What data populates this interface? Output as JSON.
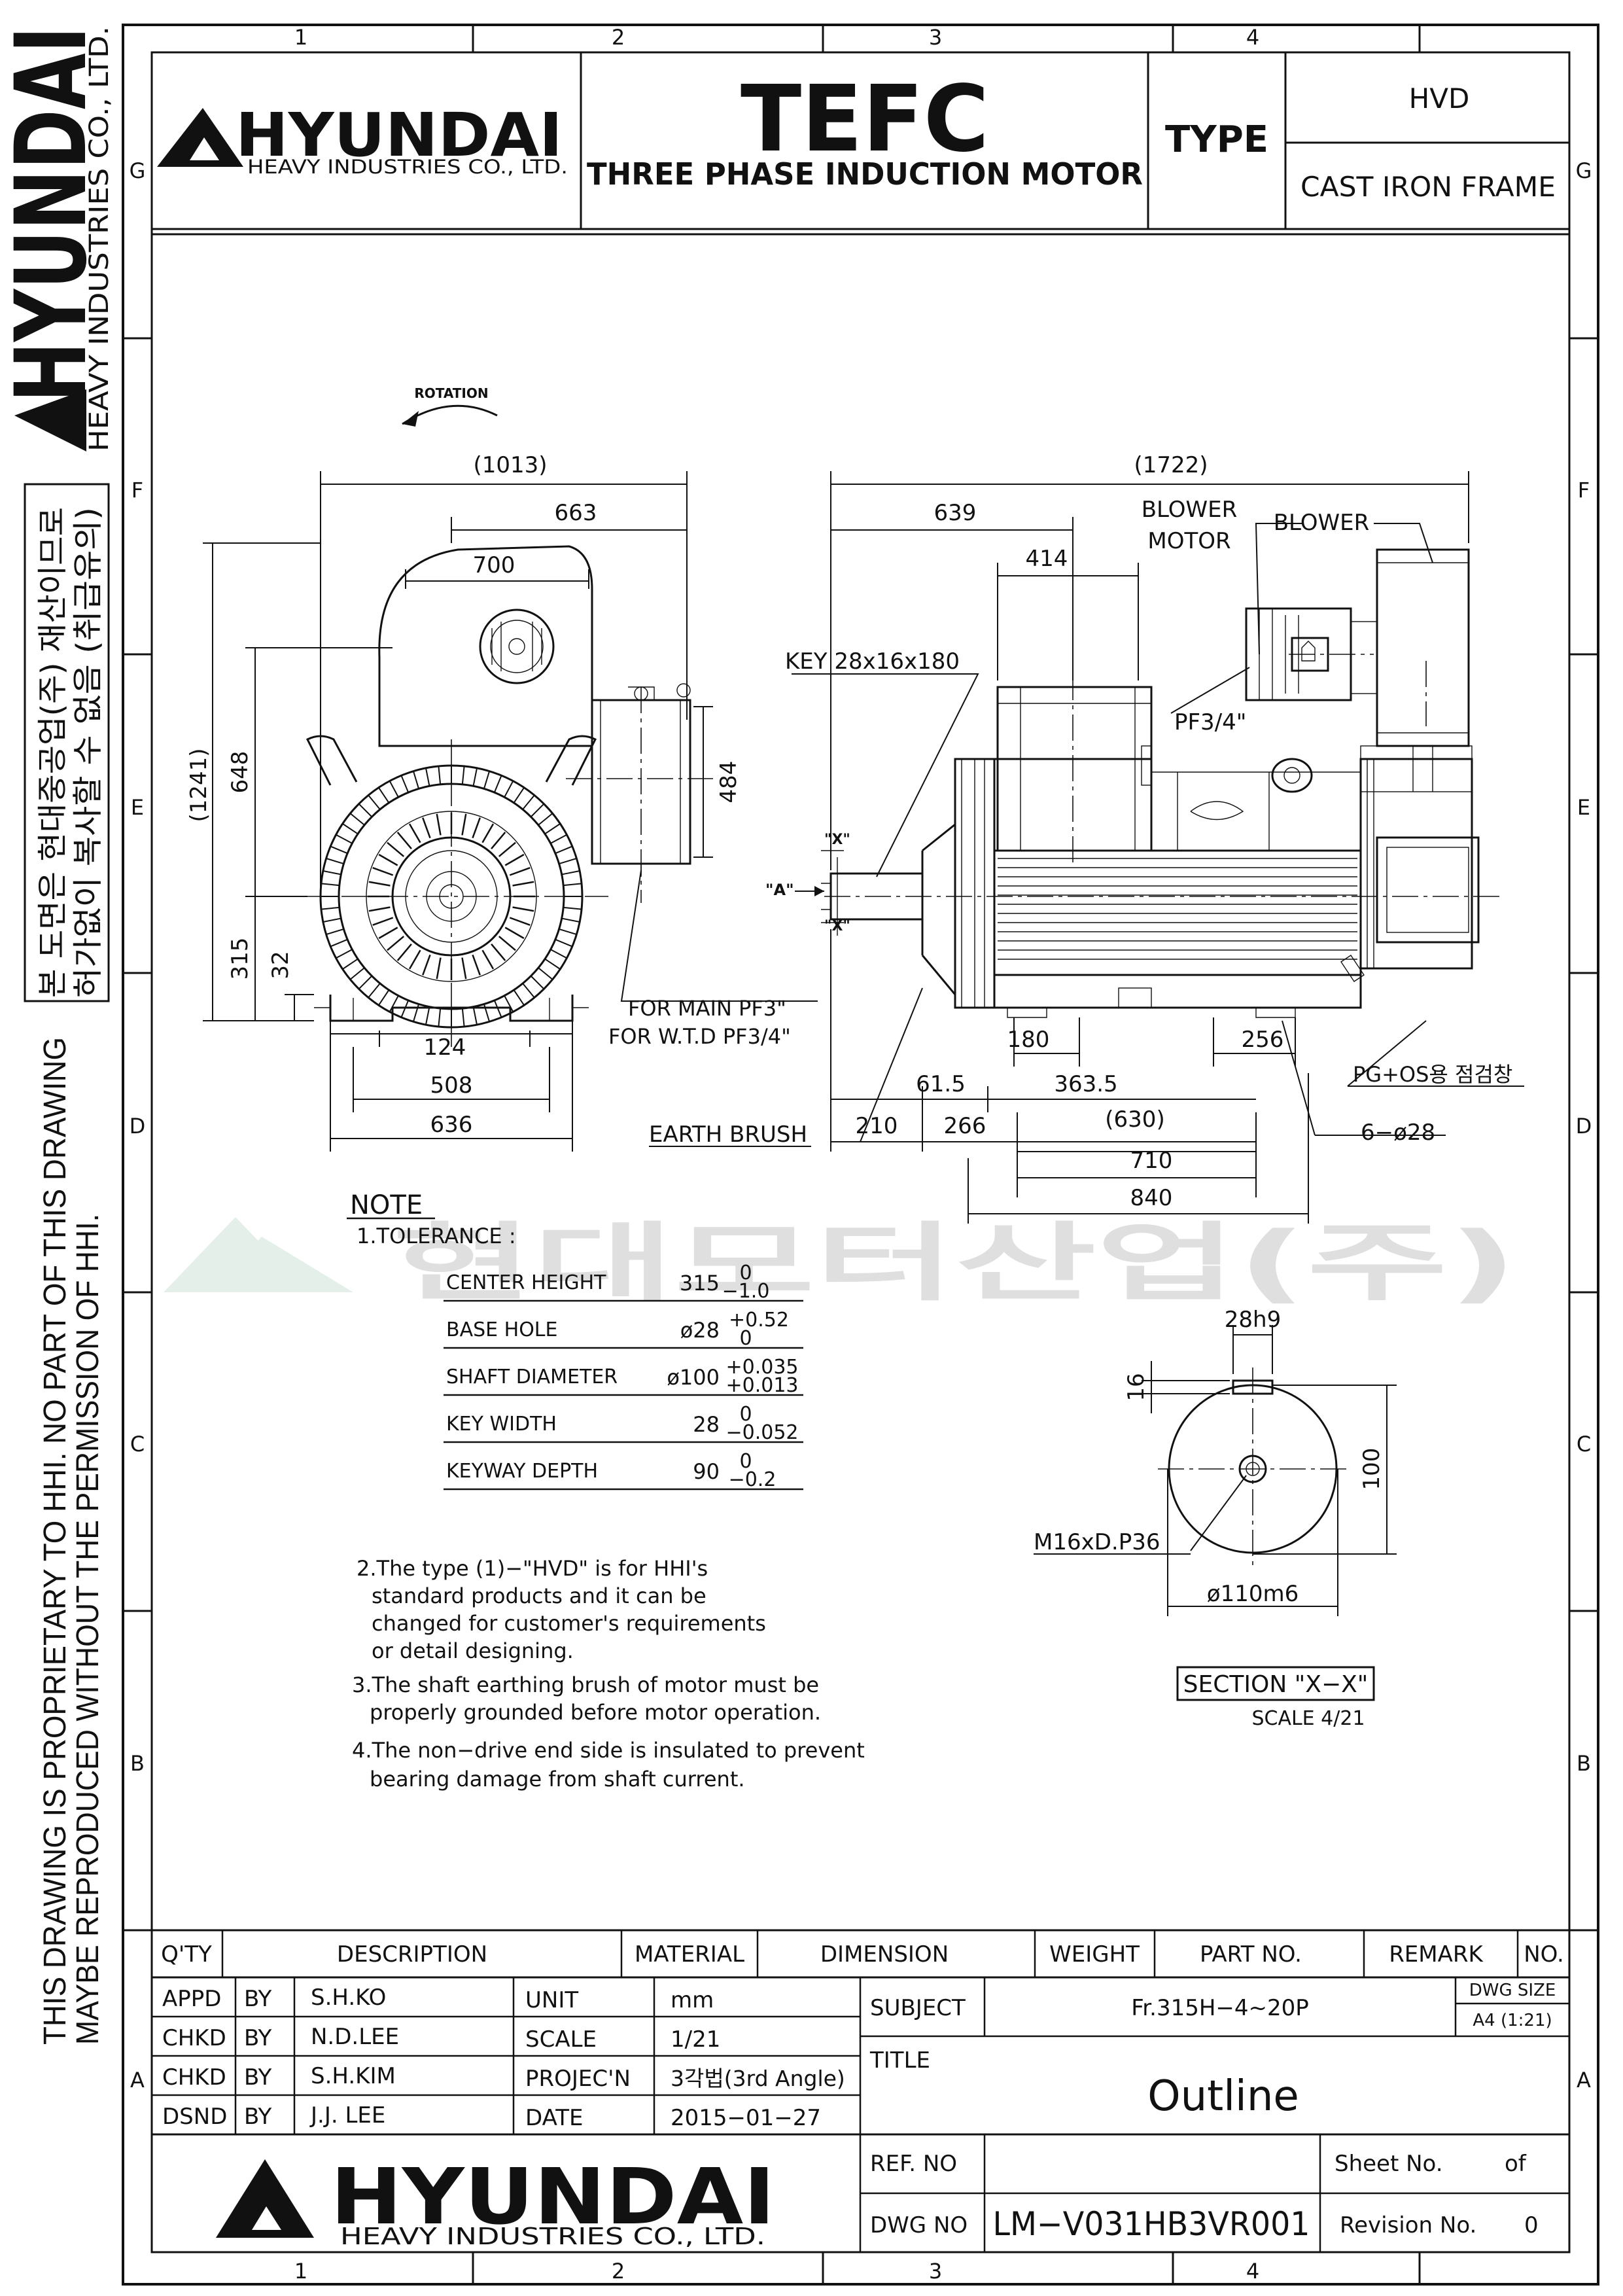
{
  "grid": {
    "columns": [
      "1",
      "2",
      "3",
      "4"
    ],
    "rows": [
      "G",
      "F",
      "E",
      "D",
      "C",
      "B",
      "A"
    ]
  },
  "side_banner": {
    "logo": "HYUNDAI",
    "company": "HEAVY  INDUSTRIES  CO.,  LTD.",
    "korean_line1": "본 도면은 현대중공업(주) 재산이므로",
    "korean_line2": "허가없이 복사할 수 없음 (취급유의)",
    "proprietary_line1": "THIS DRAWING IS PROPRIETARY TO HHI.  NO PART OF THIS DRAWING",
    "proprietary_line2": "MAYBE REPRODUCED WITHOUT THE PERMISSION OF HHI."
  },
  "header": {
    "logo": "HYUNDAI",
    "company": "HEAVY  INDUSTRIES  CO.,  LTD.",
    "title": "TEFC",
    "subtitle": "THREE PHASE INDUCTION MOTOR",
    "type_label": "TYPE",
    "type_value": "HVD",
    "frame": "CAST  IRON  FRAME"
  },
  "drawing": {
    "rotation": "ROTATION",
    "front": {
      "dims": {
        "overall_width": "(1013)",
        "d663": "663",
        "d700": "700",
        "d484": "484",
        "overall_height": "(1241)",
        "d648": "648",
        "d315": "315",
        "d32": "32",
        "d124": "124",
        "d508": "508",
        "d636": "636"
      },
      "labels": {
        "main_pf": "FOR MAIN PF3\"",
        "wtd_pf": "FOR W.T.D PF3/4\""
      }
    },
    "side": {
      "dims": {
        "overall_length": "(1722)",
        "d639": "639",
        "d414": "414",
        "d180": "180",
        "d256": "256",
        "d61_5": "61.5",
        "d363_5": "363.5",
        "d210": "210",
        "d266": "266",
        "d630": "(630)",
        "d710": "710",
        "d840": "840"
      },
      "labels": {
        "blower_motor_1": "BLOWER",
        "blower_motor_2": "MOTOR",
        "blower": "BLOWER",
        "key": "KEY 28x16x180",
        "pf": "PF3/4\"",
        "view_a": "\"A\"",
        "x_top": "\"X\"",
        "x_bottom": "\"X\"",
        "earth_brush": "EARTH BRUSH",
        "pg_os": "PG+OS용 점검창",
        "holes": "6−ø28"
      }
    },
    "section": {
      "key_width": "28h9",
      "key_depth": "16",
      "height": "100",
      "thread": "M16xD.P36",
      "diameter": "ø110m6",
      "title": "SECTION \"X−X\"",
      "scale": "SCALE 4/21"
    }
  },
  "notes": {
    "heading": "NOTE",
    "tolerance_heading": "1.TOLERANCE  :",
    "tolerance_rows": [
      {
        "name": "CENTER  HEIGHT",
        "nominal": "315",
        "upper": "0",
        "lower": "−1.0"
      },
      {
        "name": "BASE  HOLE",
        "nominal": "ø28",
        "upper": "+0.52",
        "lower": "0"
      },
      {
        "name": "SHAFT  DIAMETER",
        "nominal": "ø100",
        "upper": "+0.035",
        "lower": "+0.013"
      },
      {
        "name": "KEY  WIDTH",
        "nominal": "28",
        "upper": "0",
        "lower": "−0.052"
      },
      {
        "name": "KEYWAY  DEPTH",
        "nominal": "90",
        "upper": "0",
        "lower": "−0.2"
      }
    ],
    "note2": [
      "2.The  type  (1)−\"HVD\"  is  for  HHI's",
      "standard  products  and  it  can  be",
      "changed  for  customer's  requirements",
      "or  detail  designing."
    ],
    "note3": [
      "3.The  shaft  earthing  brush  of  motor  must  be",
      "properly  grounded  before  motor  operation."
    ],
    "note4": [
      "4.The  non−drive  end  side  is  insulated  to  prevent",
      "bearing  damage  from  shaft  current."
    ]
  },
  "watermark": "현대모터산업(주)",
  "parts_header": {
    "qty": "Q'TY",
    "description": "DESCRIPTION",
    "material": "MATERIAL",
    "dimension": "DIMENSION",
    "weight": "WEIGHT",
    "part_no": "PART  NO.",
    "remark": "REMARK",
    "no": "NO."
  },
  "title_block": {
    "rows": [
      {
        "role": "APPD",
        "by": "BY",
        "name": "S.H.KO",
        "field": "UNIT",
        "value": "mm"
      },
      {
        "role": "CHKD",
        "by": "BY",
        "name": "N.D.LEE",
        "field": "SCALE",
        "value": "1/21"
      },
      {
        "role": "CHKD",
        "by": "BY",
        "name": "S.H.KIM",
        "field": "PROJEC'N",
        "value": "3각법(3rd Angle)"
      },
      {
        "role": "DSND",
        "by": "BY",
        "name": "J.J. LEE",
        "field": "DATE",
        "value": "2015−01−27"
      }
    ],
    "subject_label": "SUBJECT",
    "subject_value": "Fr.315H−4~20P",
    "dwg_size_label": "DWG SIZE",
    "dwg_size_value": "A4 (1:21)",
    "title_label": "TITLE",
    "title_value": "Outline",
    "ref_no_label": "REF. NO",
    "sheet_no": "Sheet No.",
    "of": "of",
    "dwg_no_label": "DWG  NO",
    "dwg_no_value": "LM−V031HB3VR001",
    "revision_label": "Revision No.",
    "revision_value": "0",
    "logo": "HYUNDAI",
    "company": "HEAVY  INDUSTRIES  CO.,  LTD."
  }
}
